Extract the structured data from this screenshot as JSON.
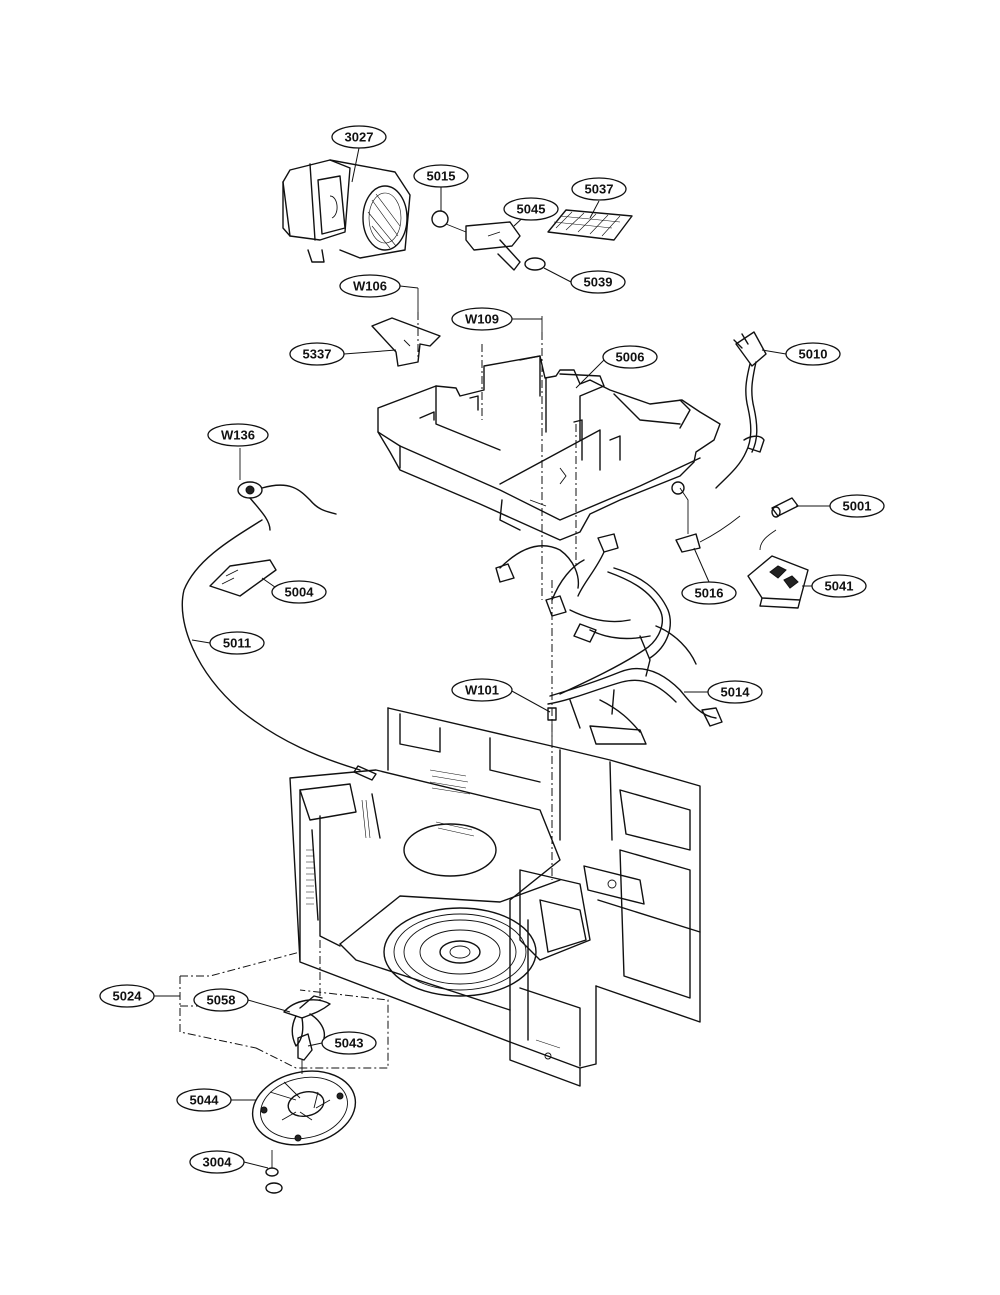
{
  "diagram": {
    "callouts": [
      {
        "id": "c3027",
        "label": "3027"
      },
      {
        "id": "c5015",
        "label": "5015"
      },
      {
        "id": "c5045",
        "label": "5045"
      },
      {
        "id": "c5037",
        "label": "5037"
      },
      {
        "id": "c5039",
        "label": "5039"
      },
      {
        "id": "cW106",
        "label": "W106"
      },
      {
        "id": "cW109",
        "label": "W109"
      },
      {
        "id": "c5337",
        "label": "5337"
      },
      {
        "id": "c5006",
        "label": "5006"
      },
      {
        "id": "c5010",
        "label": "5010"
      },
      {
        "id": "cW136",
        "label": "W136"
      },
      {
        "id": "c5001",
        "label": "5001"
      },
      {
        "id": "c5016",
        "label": "5016"
      },
      {
        "id": "c5041",
        "label": "5041"
      },
      {
        "id": "c5004",
        "label": "5004"
      },
      {
        "id": "c5011",
        "label": "5011"
      },
      {
        "id": "cW101",
        "label": "W101"
      },
      {
        "id": "c5014",
        "label": "5014"
      },
      {
        "id": "c5024",
        "label": "5024"
      },
      {
        "id": "c5058",
        "label": "5058"
      },
      {
        "id": "c5043",
        "label": "5043"
      },
      {
        "id": "c5044",
        "label": "5044"
      },
      {
        "id": "c3004",
        "label": "3004"
      }
    ]
  }
}
